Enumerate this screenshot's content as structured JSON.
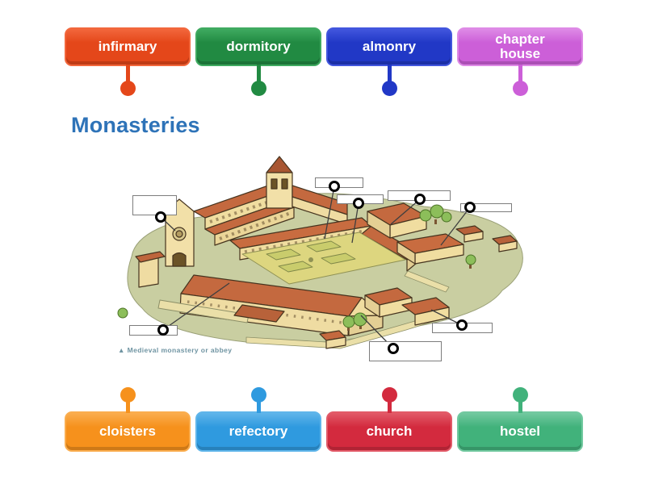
{
  "title": "Monasteries",
  "title_color": "#2E73B8",
  "caption": {
    "marker": "▲",
    "text": "Medieval monastery or abbey"
  },
  "word_bank_top": [
    {
      "label": "infirmary",
      "color": "#E4471A",
      "border": "#F2673C"
    },
    {
      "label": "dormitory",
      "color": "#218A42",
      "border": "#3FAA60"
    },
    {
      "label": "almonry",
      "color": "#2138C6",
      "border": "#4256DE"
    },
    {
      "label": "chapter house",
      "color": "#CC5FD8",
      "border": "#DE8AE6"
    }
  ],
  "word_bank_bottom": [
    {
      "label": "cloisters",
      "color": "#F6911C",
      "border": "#FAAD4E"
    },
    {
      "label": "refectory",
      "color": "#2F9ADF",
      "border": "#5FB5EA"
    },
    {
      "label": "church",
      "color": "#D32A3E",
      "border": "#E25A68"
    },
    {
      "label": "hostel",
      "color": "#41B27B",
      "border": "#72C9A0"
    }
  ],
  "answer_slots_count": "8"
}
